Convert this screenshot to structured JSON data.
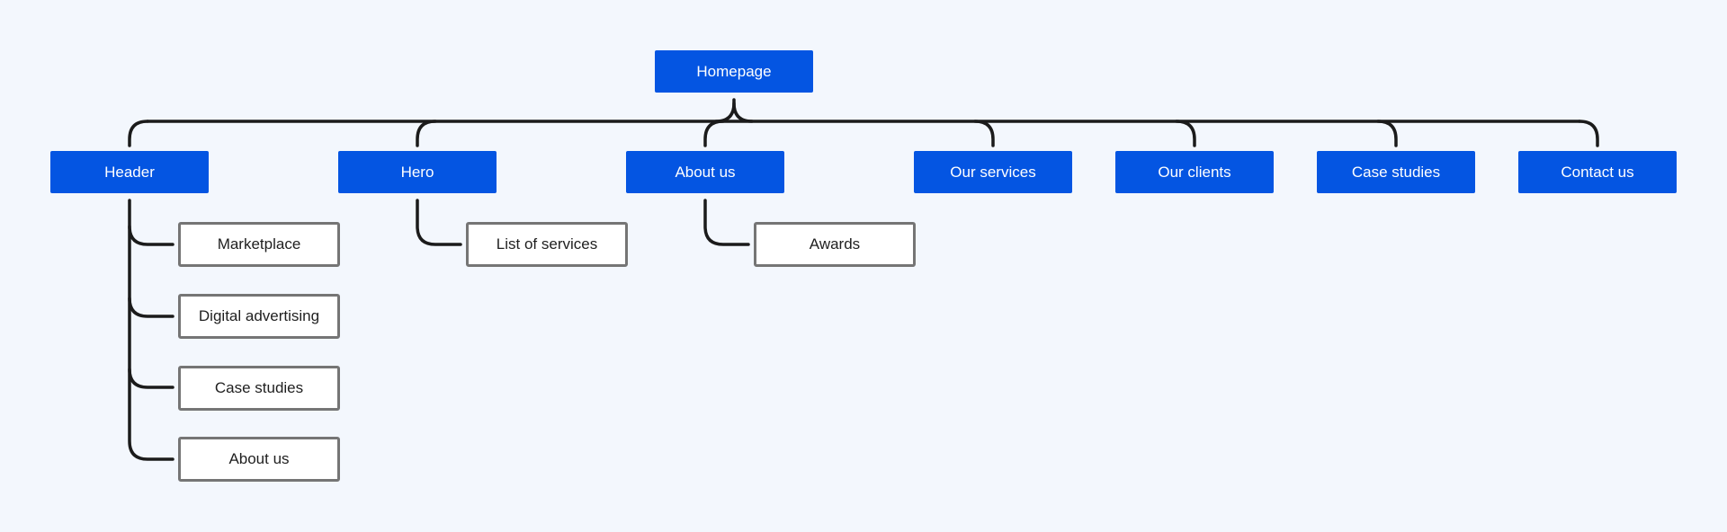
{
  "diagram": {
    "root": {
      "label": "Homepage"
    },
    "sections": [
      {
        "label": "Header",
        "children": [
          "Marketplace",
          "Digital advertising",
          "Case studies",
          "About us"
        ]
      },
      {
        "label": "Hero",
        "children": [
          "List of services"
        ]
      },
      {
        "label": "About us",
        "children": [
          "Awards"
        ]
      },
      {
        "label": "Our services",
        "children": []
      },
      {
        "label": "Our clients",
        "children": []
      },
      {
        "label": "Case studies",
        "children": []
      },
      {
        "label": "Contact us",
        "children": []
      }
    ]
  },
  "colors": {
    "background": "#f3f7fd",
    "primary_node": "#0455e2",
    "primary_text": "#ffffff",
    "secondary_node": "#ffffff",
    "secondary_border": "#757575",
    "connector": "#1b1b1b"
  }
}
